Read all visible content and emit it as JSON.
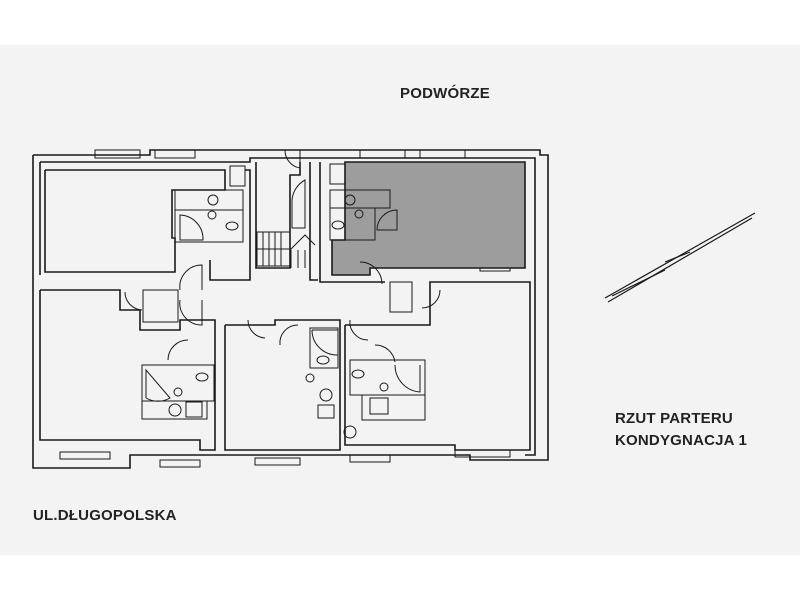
{
  "plan": {
    "yard_label": "PODWÓRZE",
    "street_label": "UL.DŁUGOPOLSKA",
    "title_line1": "RZUT PARTERU",
    "title_line2": "KONDYGNACJA 1",
    "highlight_color": "#9a9a9a"
  }
}
